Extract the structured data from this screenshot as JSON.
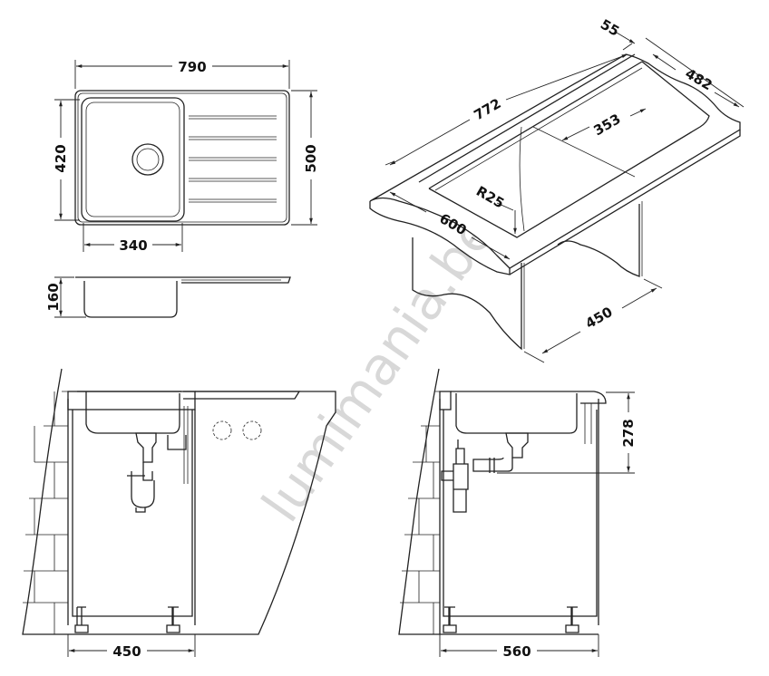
{
  "watermark": "lumimania.be",
  "plan_view": {
    "width": "790",
    "bowl_depth": "420",
    "depth": "500",
    "bowl_width": "340"
  },
  "side_view": {
    "height": "160"
  },
  "isometric_view": {
    "length": "772",
    "back_offset": "55",
    "depth": "482",
    "drainboard": "353",
    "radius": "R25",
    "cabinet_depth": "600",
    "cabinet_width": "450"
  },
  "front_section": {
    "cabinet_width": "450"
  },
  "side_section": {
    "cabinet_width": "560",
    "drain_height": "278"
  }
}
